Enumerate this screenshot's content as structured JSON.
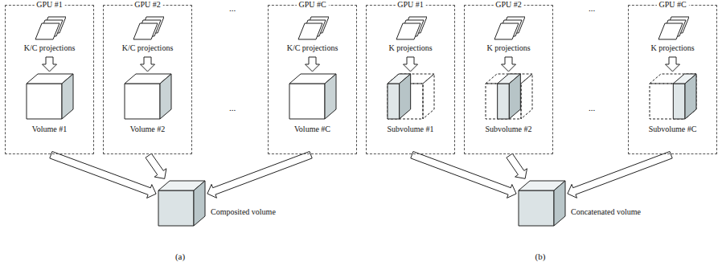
{
  "diagram": {
    "nodes": [
      {
        "text": [
          "GPU #1"
        ]
      },
      {
        "text": [
          "K/C projections"
        ],
        "in": 0
      },
      {
        "text": [
          "Volume #1"
        ],
        "in": 0
      },
      {
        "text": [
          "GPU #2"
        ]
      },
      {
        "text": [
          "K/C projections"
        ],
        "in": 3
      },
      {
        "text": [
          "Volume #2"
        ],
        "in": 3
      },
      {
        "text": [
          "GPU #C"
        ]
      },
      {
        "text": [
          "K/C projections"
        ],
        "in": 6
      },
      {
        "text": [
          "Volume #C"
        ],
        "in": 6
      },
      {
        "text": [
          "Composited volume"
        ]
      },
      {
        "text": [
          "GPU #1"
        ]
      },
      {
        "text": [
          "K projections"
        ],
        "in": 10
      },
      {
        "text": [
          "Subvolume #1"
        ],
        "in": 10
      },
      {
        "text": [
          "GPU #2"
        ]
      },
      {
        "text": [
          "K projections"
        ],
        "in": 13
      },
      {
        "text": [
          "Subvolume #2"
        ],
        "in": 13
      },
      {
        "text": [
          "GPU #C"
        ]
      },
      {
        "text": [
          "K projections"
        ],
        "in": 16
      },
      {
        "text": [
          "Subvolume #C"
        ],
        "in": 16
      },
      {
        "text": [
          "Concatenated volume"
        ]
      }
    ],
    "edges": [
      {
        "from": 1,
        "to": 2,
        "arrow": "to"
      },
      {
        "from": 4,
        "to": 5,
        "arrow": "to"
      },
      {
        "from": 7,
        "to": 8,
        "arrow": "to"
      },
      {
        "from": 0,
        "to": 9,
        "arrow": "to"
      },
      {
        "from": 3,
        "to": 9,
        "arrow": "to"
      },
      {
        "from": 6,
        "to": 9,
        "arrow": "to"
      },
      {
        "from": 11,
        "to": 12,
        "arrow": "to"
      },
      {
        "from": 14,
        "to": 15,
        "arrow": "to"
      },
      {
        "from": 17,
        "to": 18,
        "arrow": "to"
      },
      {
        "from": 10,
        "to": 19,
        "arrow": "to"
      },
      {
        "from": 13,
        "to": 19,
        "arrow": "to"
      },
      {
        "from": 16,
        "to": 19,
        "arrow": "to"
      }
    ],
    "labels": [
      "...",
      "...",
      "...",
      "...",
      "(a)",
      "(b)"
    ]
  }
}
